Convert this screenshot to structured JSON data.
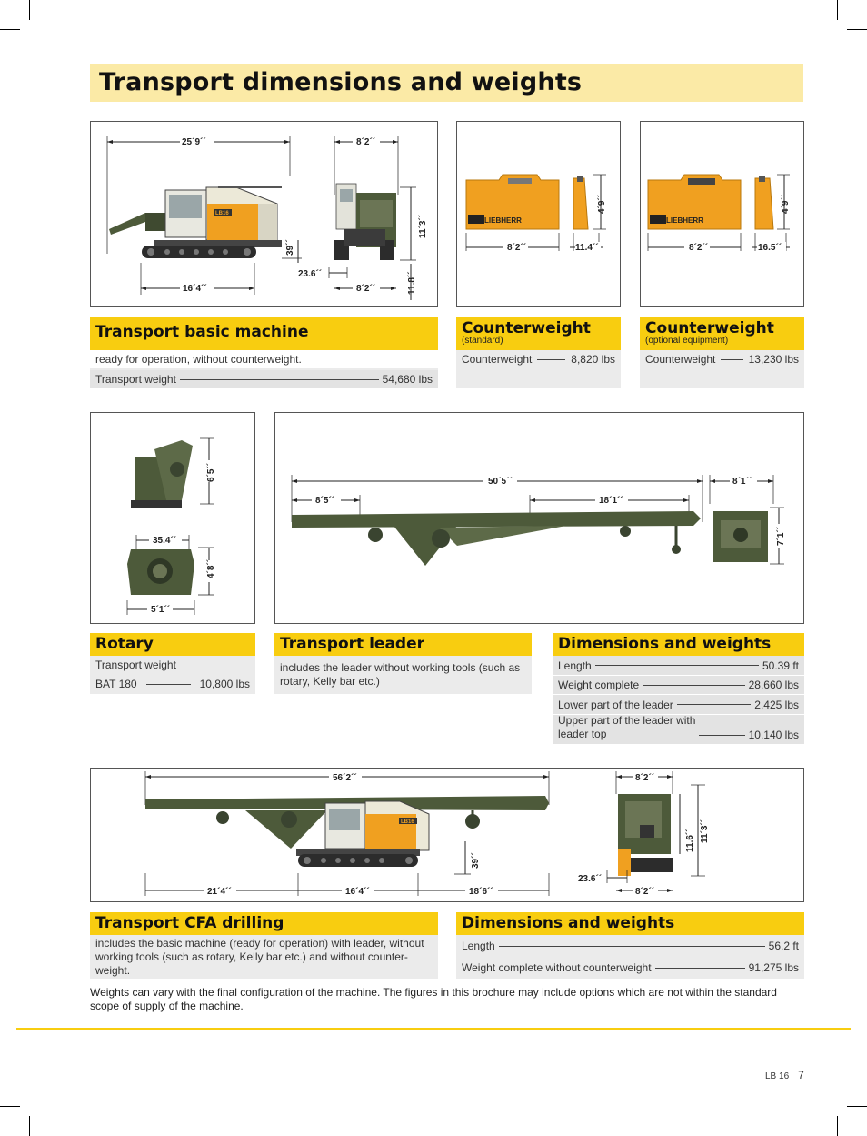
{
  "title": "Transport dimensions and weights",
  "colors": {
    "accent": "#f8cd10",
    "title_bg": "#fbeaa6",
    "machine_orange": "#f0a020",
    "machine_green": "#4d5a3a"
  },
  "basic_machine": {
    "dims": {
      "length": "25´9´´",
      "width": "8´2´´",
      "height": "11´3´´",
      "track_length": "16´4´´",
      "clearance": "39´´",
      "shoe": "23.6´´",
      "track_width": "8´2´´",
      "ground": "11.8´´"
    },
    "heading": "Transport basic machine",
    "desc": "ready for operation, without counterweight.",
    "row_label": "Transport weight",
    "row_value": "54,680 lbs"
  },
  "counterweight_std": {
    "dims": {
      "length": "8´2´´",
      "depth": "11.4´´",
      "height": "4´9´´"
    },
    "brand": "LIEBHERR",
    "heading": "Counterweight",
    "sub": "(standard)",
    "row_label": "Counterweight",
    "row_value": "8,820 lbs"
  },
  "counterweight_opt": {
    "dims": {
      "length": "8´2´´",
      "depth": "16.5´´",
      "height": "4´9´´"
    },
    "brand": "LIEBHERR",
    "heading": "Counterweight",
    "sub": "(optional equipment)",
    "row_label": "Counterweight",
    "row_value": "13,230 lbs"
  },
  "rotary": {
    "dims": {
      "height": "6´5´´",
      "depth": "35.4´´",
      "width_h": "4´8´´",
      "width": "5´1´´"
    },
    "heading": "Rotary",
    "line1": "Transport weight",
    "row_label": "BAT 180",
    "row_value": "10,800 lbs"
  },
  "leader": {
    "dims": {
      "length": "50´5´´",
      "front": "8´5´´",
      "rear": "18´1´´",
      "width": "8´1´´",
      "height": "7´1´´"
    },
    "heading": "Transport leader",
    "desc": "includes the leader without working tools (such as rotary, Kelly bar etc.)"
  },
  "leader_dims": {
    "heading": "Dimensions and weights",
    "rows": [
      {
        "label": "Length",
        "value": "50.39 ft"
      },
      {
        "label": "Weight complete",
        "value": "28,660 lbs"
      },
      {
        "label": "Lower part of the leader",
        "value": "2,425 lbs"
      },
      {
        "label_line1": "Upper part of the leader with",
        "label": "leader top",
        "value": "10,140 lbs"
      }
    ]
  },
  "cfa": {
    "dims": {
      "length": "56´2´´",
      "width": "8´2´´",
      "height": "11´3´´",
      "h2": "11.6´´",
      "clearance": "39´´",
      "seg1": "21´4´´",
      "seg2": "16´4´´",
      "seg3": "18´6´´",
      "shoe": "23.6´´",
      "track_width": "8´2´´"
    },
    "heading": "Transport CFA drilling",
    "desc": "includes the basic machine (ready for operation) with leader, without working tools (such as rotary, Kelly bar etc.) and without counter-weight."
  },
  "cfa_dims": {
    "heading": "Dimensions and weights",
    "rows": [
      {
        "label": "Length",
        "value": "56.2 ft"
      },
      {
        "label": "Weight complete without counterweight",
        "value": "91,275 lbs"
      }
    ]
  },
  "note": "Weights can vary with the final configuration of the machine. The figures in this brochure may include options which are not within the standard scope of supply of the machine.",
  "footer": {
    "model": "LB 16",
    "page": "7"
  }
}
